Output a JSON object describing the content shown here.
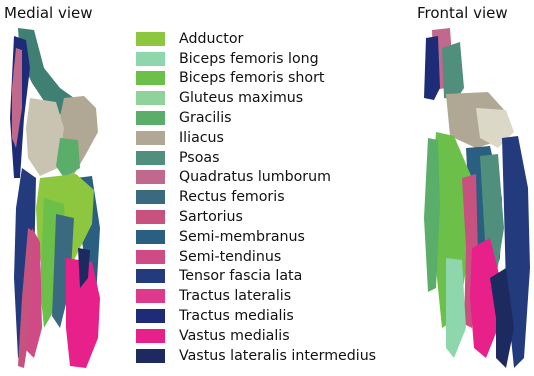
{
  "views": {
    "medial": {
      "title": "Medial view"
    },
    "frontal": {
      "title": "Frontal view"
    }
  },
  "legend": [
    {
      "label": "Adductor",
      "color": "#8dc63f"
    },
    {
      "label": "Biceps femoris long",
      "color": "#8ed6ab"
    },
    {
      "label": "Biceps femoris short",
      "color": "#6cc04a"
    },
    {
      "label": "Gluteus maximus",
      "color": "#8fd29a"
    },
    {
      "label": "Gracilis",
      "color": "#5aae6a"
    },
    {
      "label": "Iliacus",
      "color": "#b0a895"
    },
    {
      "label": "Psoas",
      "color": "#4f8f7c"
    },
    {
      "label": "Quadratus lumborum",
      "color": "#c0698c"
    },
    {
      "label": "Rectus femoris",
      "color": "#3a6a80"
    },
    {
      "label": "Sartorius",
      "color": "#c7527f"
    },
    {
      "label": "Semi-membranus",
      "color": "#2b5f82"
    },
    {
      "label": "Semi-tendinus",
      "color": "#d04a86"
    },
    {
      "label": "Tensor fascia lata",
      "color": "#233b7c"
    },
    {
      "label": "Tractus lateralis",
      "color": "#dd3a8c"
    },
    {
      "label": "Tractus medialis",
      "color": "#1e2c78"
    },
    {
      "label": "Vastus medialis",
      "color": "#e8208a"
    },
    {
      "label": "Vastus lateralis intermedius",
      "color": "#1c2a60"
    }
  ]
}
